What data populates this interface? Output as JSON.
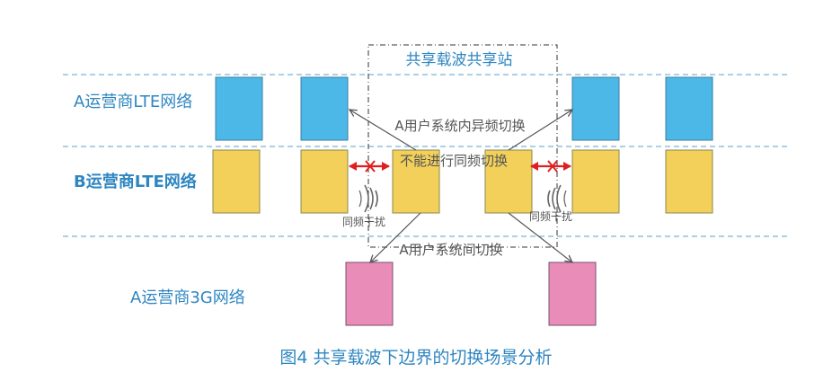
{
  "diagram": {
    "shared_station_title": "共享载波共享站",
    "rows": {
      "a_lte": "A运营商LTE网络",
      "b_lte": "B运营商LTE网络",
      "a_3g": "A运营商3G网络"
    },
    "labels": {
      "intra_system_handover": "A用户系统内异频切换",
      "no_same_freq_handover": "不能进行同频切换",
      "inter_system_handover": "A用户系统间切换",
      "interference_left": "同频干扰",
      "interference_right": "同频干扰"
    },
    "caption": "图4 共享载波下边界的切换场景分析",
    "colors": {
      "a_lte_cell": "#4bb8e8",
      "b_lte_cell": "#f2d05a",
      "a_3g_cell": "#e98cb8",
      "row_label": "#2e86c1",
      "caption": "#2e86c1",
      "red_marker": "#e02020",
      "dashed_line": "#5aa0c8"
    }
  }
}
